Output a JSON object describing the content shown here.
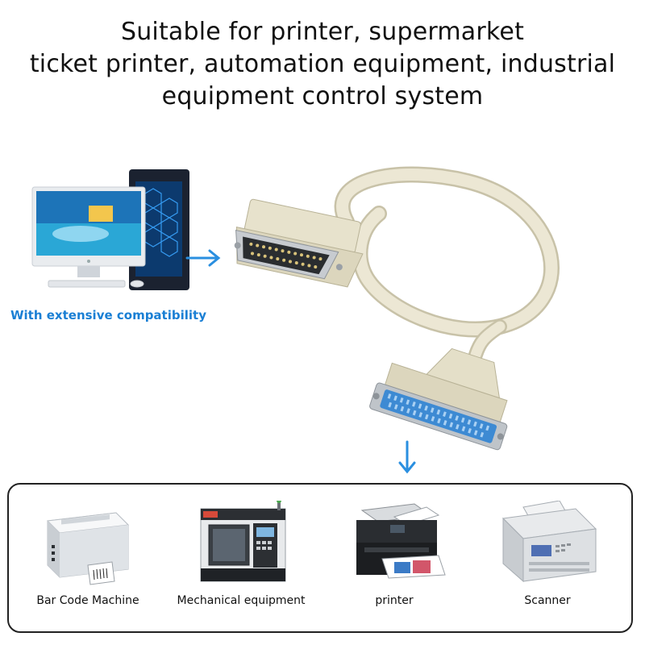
{
  "headline": {
    "line1": "Suitable for printer, supermarket",
    "line2": "ticket printer, automation equipment, industrial",
    "line3": "equipment control system"
  },
  "compatibility_label": "With extensive compatibility",
  "colors": {
    "accent_blue": "#1a7fd4",
    "cable_beige": "#e6e1cc",
    "connector_blue": "#3d8ad3"
  },
  "devices": [
    {
      "label": "Bar Code Machine",
      "icon": "barcode-printer-icon"
    },
    {
      "label": "Mechanical equipment",
      "icon": "cnc-machine-icon"
    },
    {
      "label": "printer",
      "icon": "printer-icon"
    },
    {
      "label": "Scanner",
      "icon": "scanner-icon"
    }
  ]
}
